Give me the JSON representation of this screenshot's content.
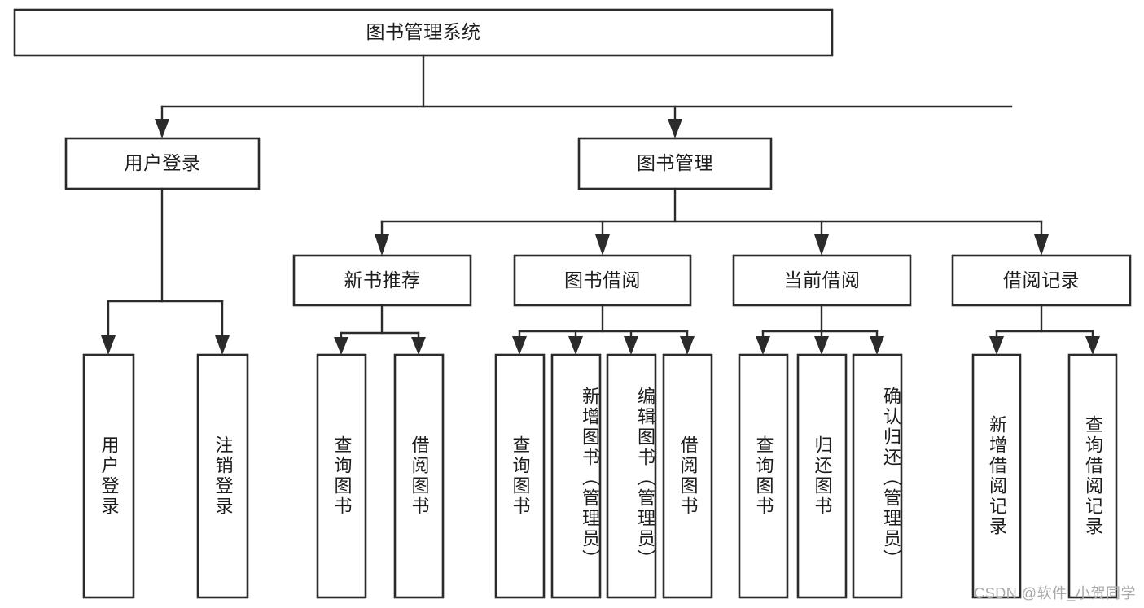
{
  "diagram": {
    "title": "图书管理系统",
    "watermark": "CSDN @软件_小贺同学",
    "colors": {
      "box_stroke": "#2b2b2b",
      "box_fill": "#ffffff",
      "text": "#1d1d1d",
      "watermark": "#a9a9a9",
      "background": "#ffffff"
    },
    "levels": {
      "root": {
        "label": "图书管理系统"
      },
      "level2": [
        {
          "label": "用户登录"
        },
        {
          "label": "图书管理"
        }
      ],
      "level3": [
        {
          "label": "新书推荐"
        },
        {
          "label": "图书借阅"
        },
        {
          "label": "当前借阅"
        },
        {
          "label": "借阅记录"
        }
      ],
      "leaves": [
        {
          "label": "用户登录",
          "parent": "用户登录"
        },
        {
          "label": "注销登录",
          "parent": "用户登录"
        },
        {
          "label": "查询图书",
          "parent": "新书推荐"
        },
        {
          "label": "借阅图书",
          "parent": "新书推荐"
        },
        {
          "label": "查询图书",
          "parent": "图书借阅"
        },
        {
          "label": "新增图书（管理员）",
          "parent": "图书借阅"
        },
        {
          "label": "编辑图书（管理员）",
          "parent": "图书借阅"
        },
        {
          "label": "借阅图书",
          "parent": "图书借阅"
        },
        {
          "label": "查询图书",
          "parent": "当前借阅"
        },
        {
          "label": "归还图书",
          "parent": "当前借阅"
        },
        {
          "label": "确认归还（管理员）",
          "parent": "当前借阅"
        },
        {
          "label": "新增借阅记录",
          "parent": "借阅记录"
        },
        {
          "label": "查询借阅记录",
          "parent": "借阅记录"
        }
      ]
    }
  }
}
